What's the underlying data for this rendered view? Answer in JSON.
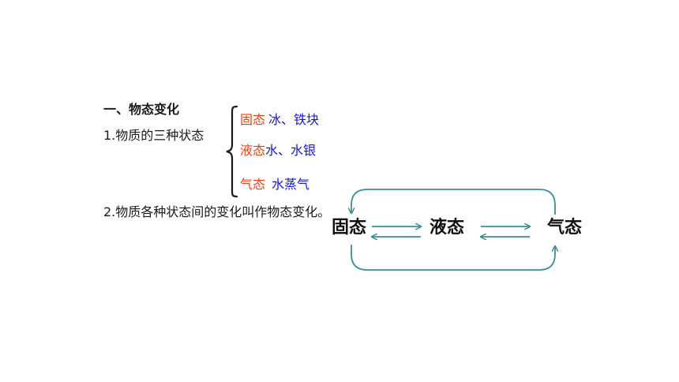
{
  "heading": "一、物态变化",
  "point1": "1.物质的三种状态",
  "states": [
    {
      "name": "固态",
      "examples": "冰、铁块"
    },
    {
      "name": "液态",
      "examples": "水、水银"
    },
    {
      "name": "气态",
      "examples": "水蒸气"
    }
  ],
  "point2": "2.物质各种状态间的变化叫作物态变化。",
  "diagram": {
    "solid": "固态",
    "liquid": "液态",
    "gas": "气态"
  },
  "colors": {
    "state_name": "#e8401c",
    "state_examples": "#1616c8",
    "arrow": "#3a8f92"
  }
}
